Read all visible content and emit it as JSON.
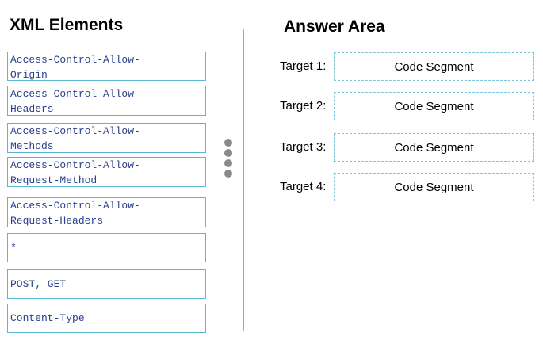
{
  "left_panel": {
    "title": "XML Elements",
    "elements": [
      "Access-Control-Allow-\nOrigin",
      "Access-Control-Allow-\nHeaders",
      "Access-Control-Allow-\nMethods",
      "Access-Control-Allow-\nRequest-Method",
      "Access-Control-Allow-\nRequest-Headers",
      "*",
      "POST, GET",
      "Content-Type"
    ]
  },
  "right_panel": {
    "title": "Answer Area",
    "targets": [
      {
        "label": "Target 1:",
        "slot": "Code Segment"
      },
      {
        "label": "Target 2:",
        "slot": "Code Segment"
      },
      {
        "label": "Target 3:",
        "slot": "Code Segment"
      },
      {
        "label": "Target 4:",
        "slot": "Code Segment"
      }
    ]
  },
  "colors": {
    "tile_border": "#5bb6d1",
    "tile_text": "#2b3f8c",
    "slot_border": "#7fc4d8",
    "divider": "#a6a6a6",
    "handle_dots": "#8a8a8a"
  },
  "icons": {
    "drag_handle": "vertical-dots-drag-handle-icon"
  }
}
